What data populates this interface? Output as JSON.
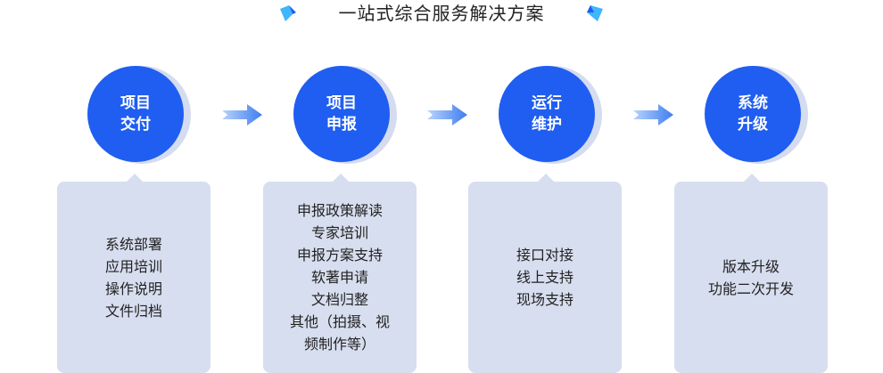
{
  "title": "一站式综合服务解决方案",
  "colors": {
    "primary": "#1f5ef0",
    "box": "#d7deef",
    "arrow": "#4a86f0"
  },
  "steps": [
    {
      "title": [
        "项目",
        "交付"
      ],
      "items": [
        "系统部署",
        "应用培训",
        "操作说明",
        "文件归档"
      ]
    },
    {
      "title": [
        "项目",
        "申报"
      ],
      "items": [
        "申报政策解读",
        "专家培训",
        "申报方案支持",
        "软著申请",
        "文档归整",
        "其他（拍摄、视",
        "频制作等）"
      ]
    },
    {
      "title": [
        "运行",
        "维护"
      ],
      "items": [
        "接口对接",
        "线上支持",
        "现场支持"
      ]
    },
    {
      "title": [
        "系统",
        "升级"
      ],
      "items": [
        "版本升级",
        "功能二次开发"
      ]
    }
  ]
}
